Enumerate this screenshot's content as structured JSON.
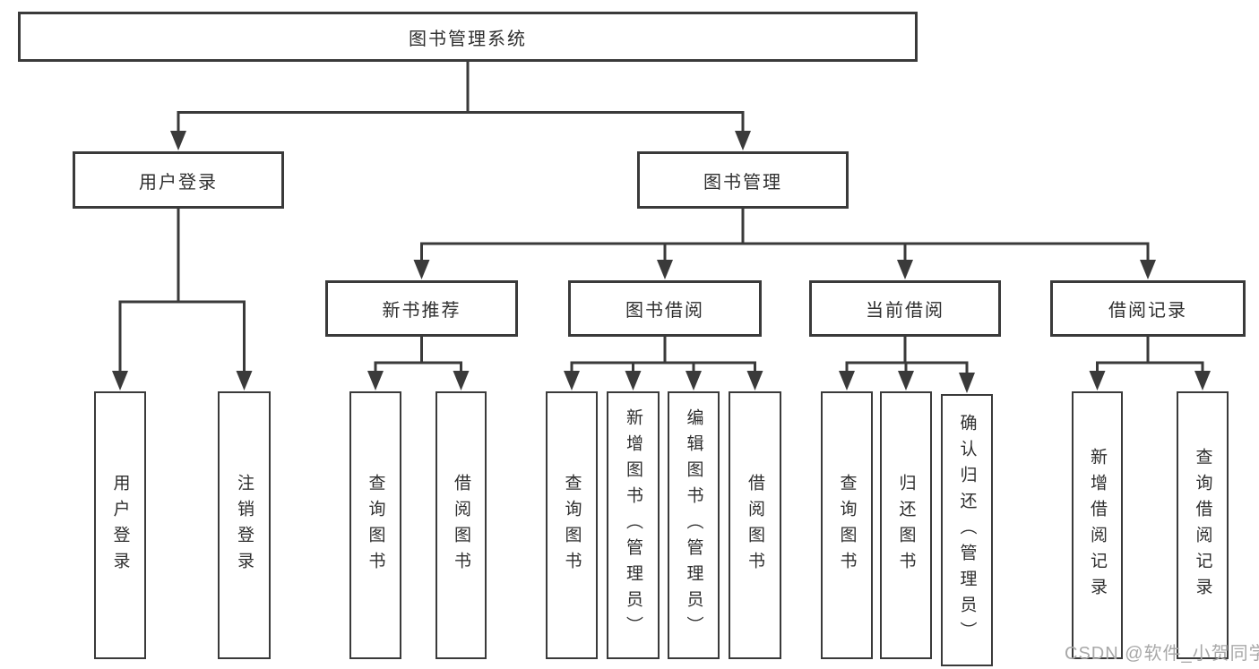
{
  "diagram": {
    "root": {
      "label": "图书管理系统",
      "children": [
        {
          "label": "用户登录",
          "children": [
            {
              "label": "用户登录"
            },
            {
              "label": "注销登录"
            }
          ]
        },
        {
          "label": "图书管理",
          "children": [
            {
              "label": "新书推荐",
              "children": [
                {
                  "label": "查询图书"
                },
                {
                  "label": "借阅图书"
                }
              ]
            },
            {
              "label": "图书借阅",
              "children": [
                {
                  "label": "查询图书"
                },
                {
                  "label": "新增图书（管理员）"
                },
                {
                  "label": "编辑图书（管理员）"
                },
                {
                  "label": "借阅图书"
                }
              ]
            },
            {
              "label": "当前借阅",
              "children": [
                {
                  "label": "查询图书"
                },
                {
                  "label": "归还图书"
                },
                {
                  "label": "确认归还（管理员）"
                }
              ]
            },
            {
              "label": "借阅记录",
              "children": [
                {
                  "label": "新增借阅记录"
                },
                {
                  "label": "查询借阅记录"
                }
              ]
            }
          ]
        }
      ]
    }
  },
  "watermark": {
    "text": "CSDN @软件_小贺同学"
  },
  "colors": {
    "line": "#3a3a3a",
    "text": "#2f2f2f",
    "watermark_gray": "#a8a8a8",
    "background": "#ffffff"
  }
}
